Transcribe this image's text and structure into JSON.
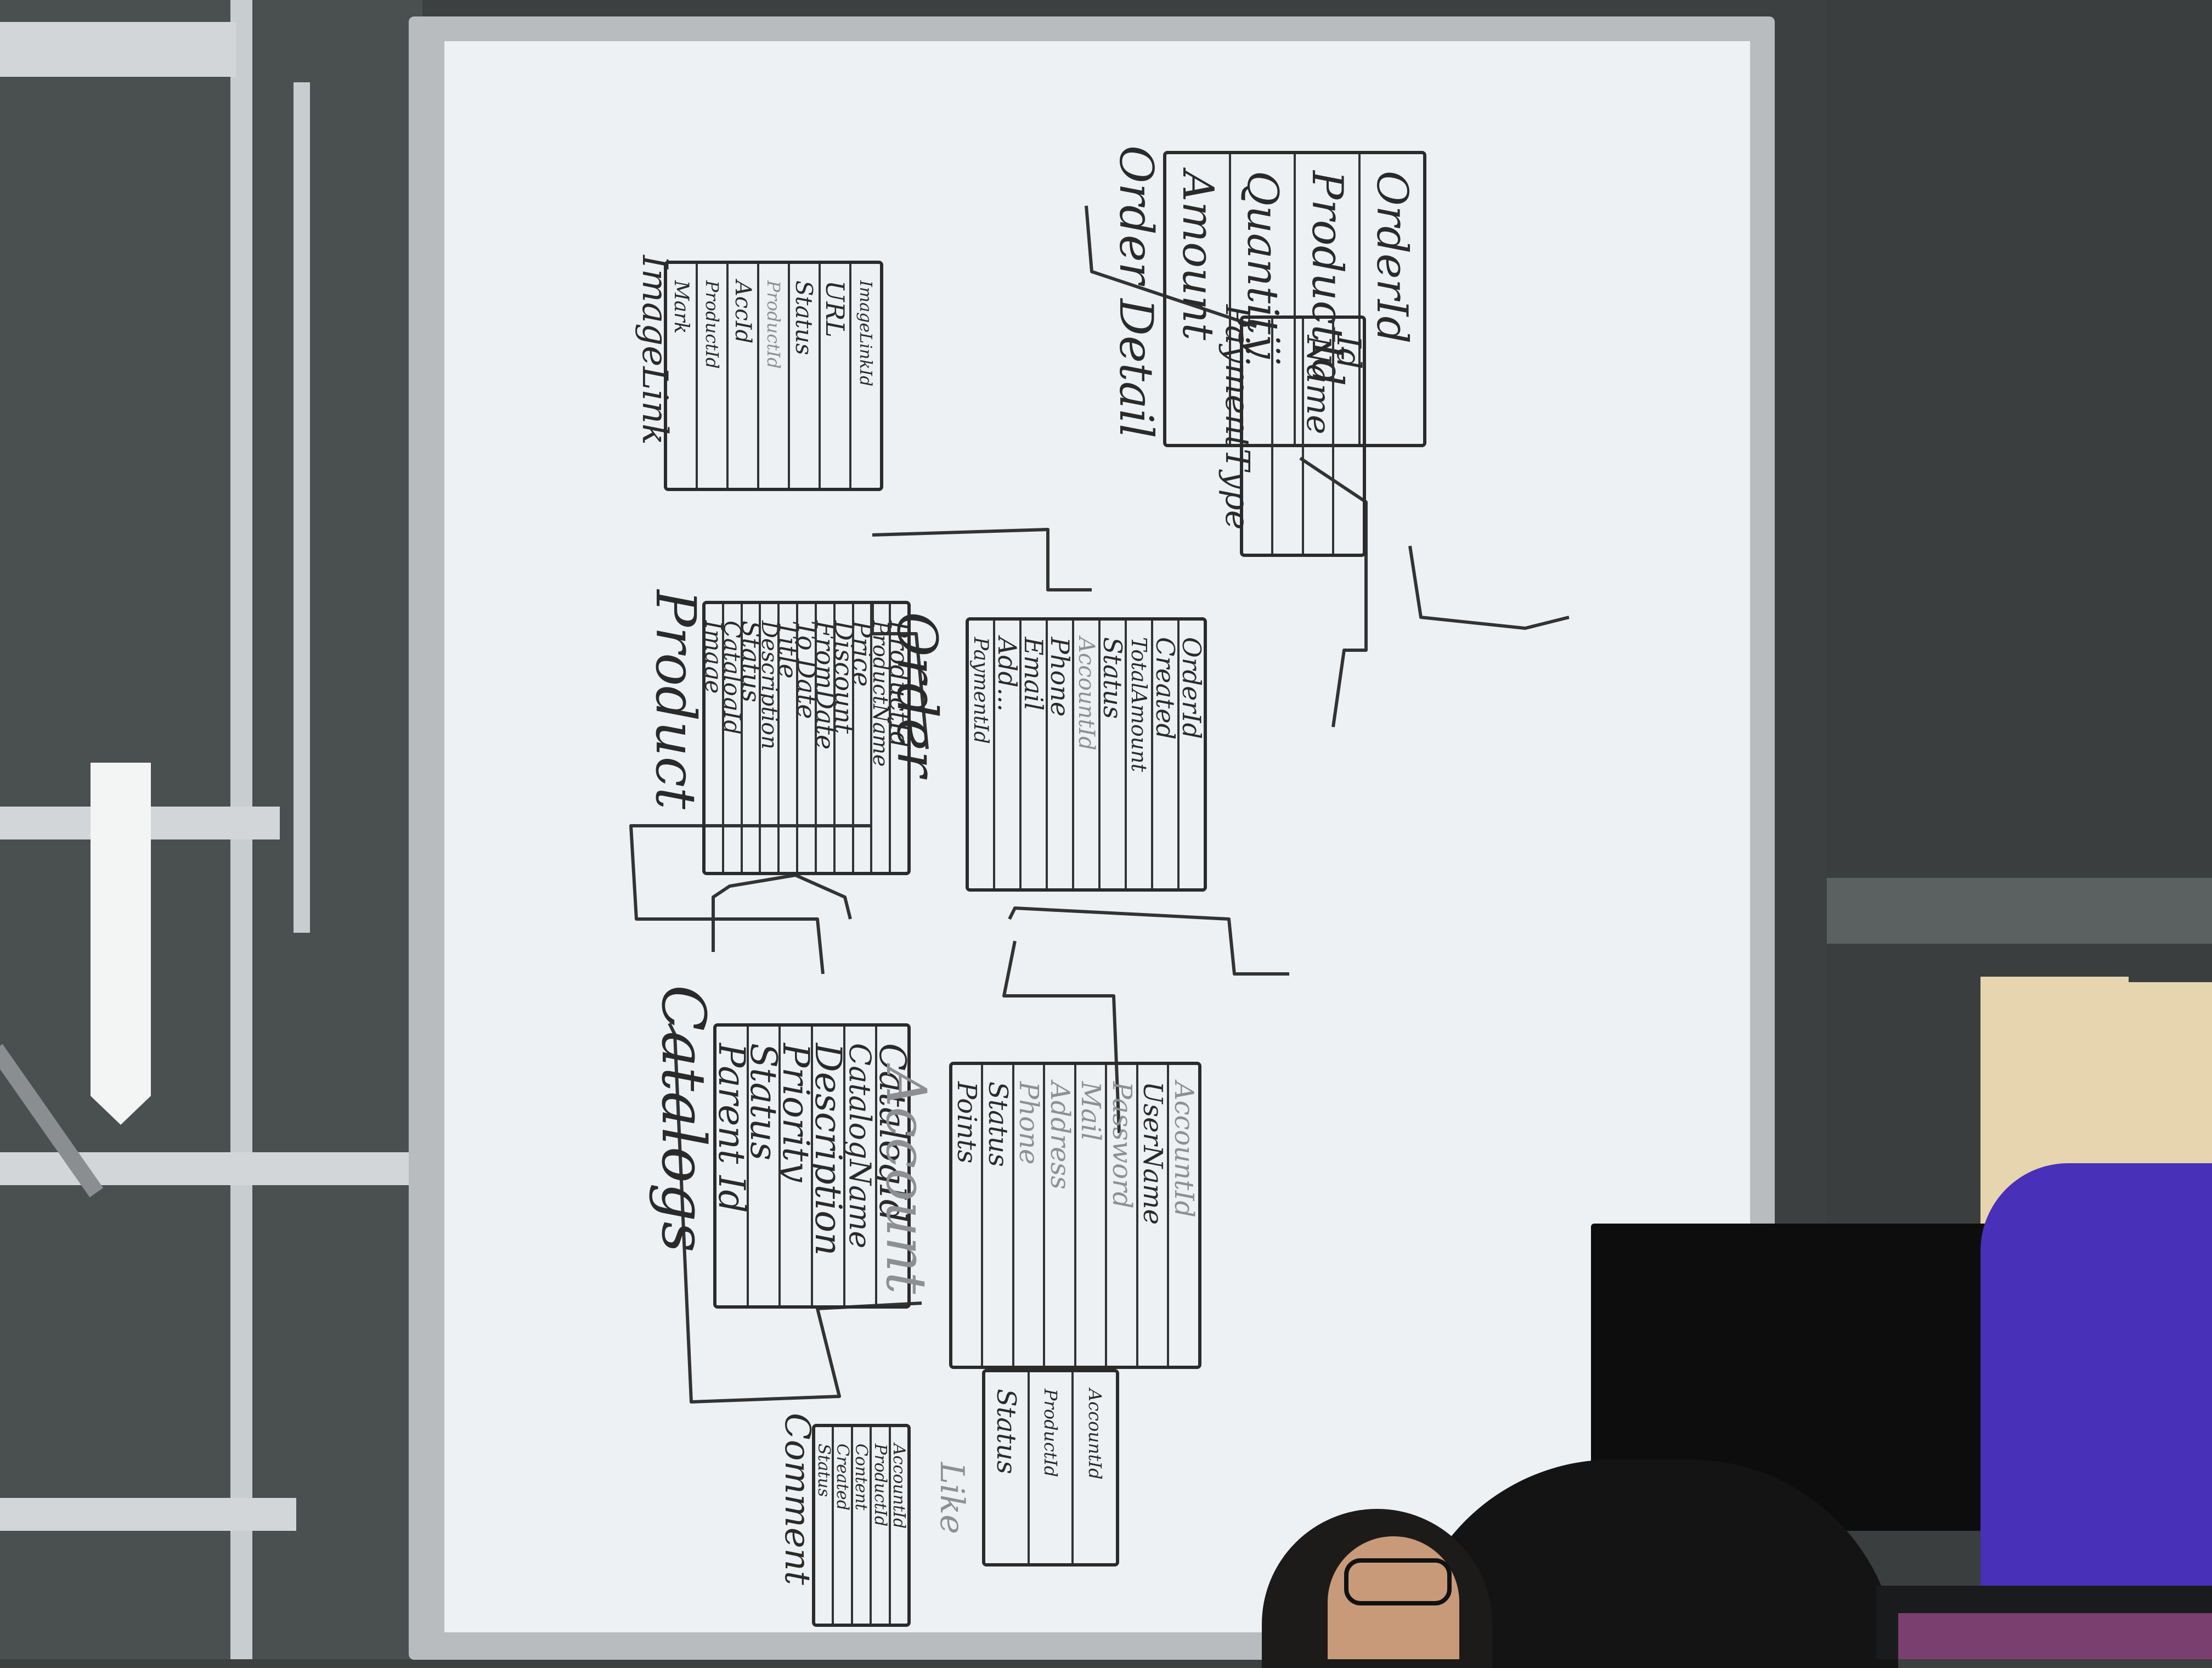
{
  "tables": [
    {
      "name": "Catalogs",
      "fields": [
        "CatalogId",
        "CatalogName",
        "Description",
        "Priority",
        "Status",
        "Parent Id"
      ]
    },
    {
      "name": "Product",
      "fields": [
        "ProductId",
        "ProductName",
        "Price",
        "Discount",
        "FromDate",
        "To Date",
        "Title",
        "Description",
        "Status",
        "CatalogId",
        "Image"
      ]
    },
    {
      "name": "ImageLink",
      "fields": [
        "ImageLinkId",
        "URL",
        "Status",
        "ProductId",
        "AccId",
        "ProductId",
        "Mark"
      ]
    },
    {
      "name": "Order Detail",
      "fields": [
        "OrderId",
        "ProductId",
        "Quantity",
        "Amount"
      ]
    },
    {
      "name": "PaymentType",
      "fields": [
        "Id",
        "Name",
        "...",
        "..."
      ]
    },
    {
      "name": "Order",
      "fields": [
        "OrderId",
        "Created",
        "TotalAmount",
        "Status",
        "AccountId",
        "Phone",
        "Email",
        "Add...",
        "PaymentId"
      ]
    },
    {
      "name": "Account",
      "fields": [
        "AccountId",
        "UserName",
        "Password",
        "Mail",
        "Address",
        "Phone",
        "Status",
        "Points"
      ]
    },
    {
      "name": "Comment",
      "fields": [
        "AccountId",
        "ProductId",
        "Content",
        "Created",
        "Status"
      ]
    },
    {
      "name": "Like",
      "fields": [
        "AccountId",
        "ProductId",
        "Status"
      ]
    }
  ]
}
